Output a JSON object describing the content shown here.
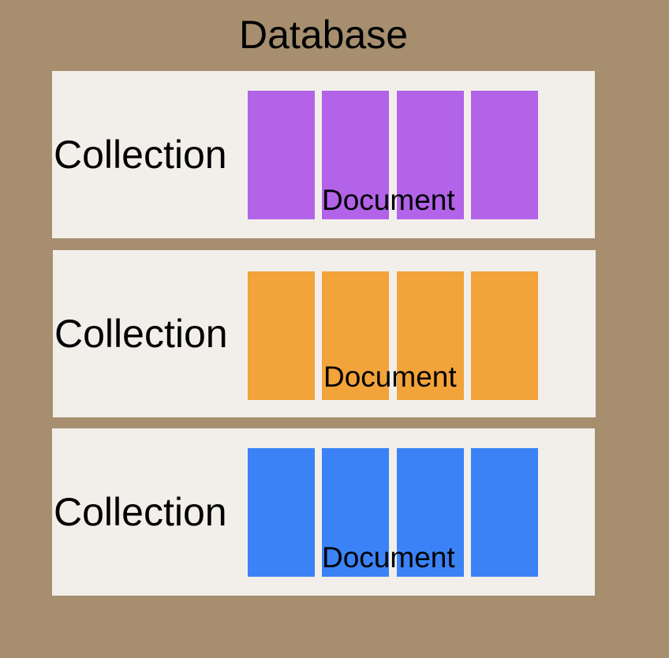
{
  "diagram": {
    "title": "Database",
    "collections": [
      {
        "label": "Collection",
        "document_label": "Document",
        "color": "#b263e8",
        "document_count": 4
      },
      {
        "label": "Collection",
        "document_label": "Document",
        "color": "#f2a33a",
        "document_count": 4
      },
      {
        "label": "Collection",
        "document_label": "Document",
        "color": "#3b82f6",
        "document_count": 4
      }
    ]
  }
}
